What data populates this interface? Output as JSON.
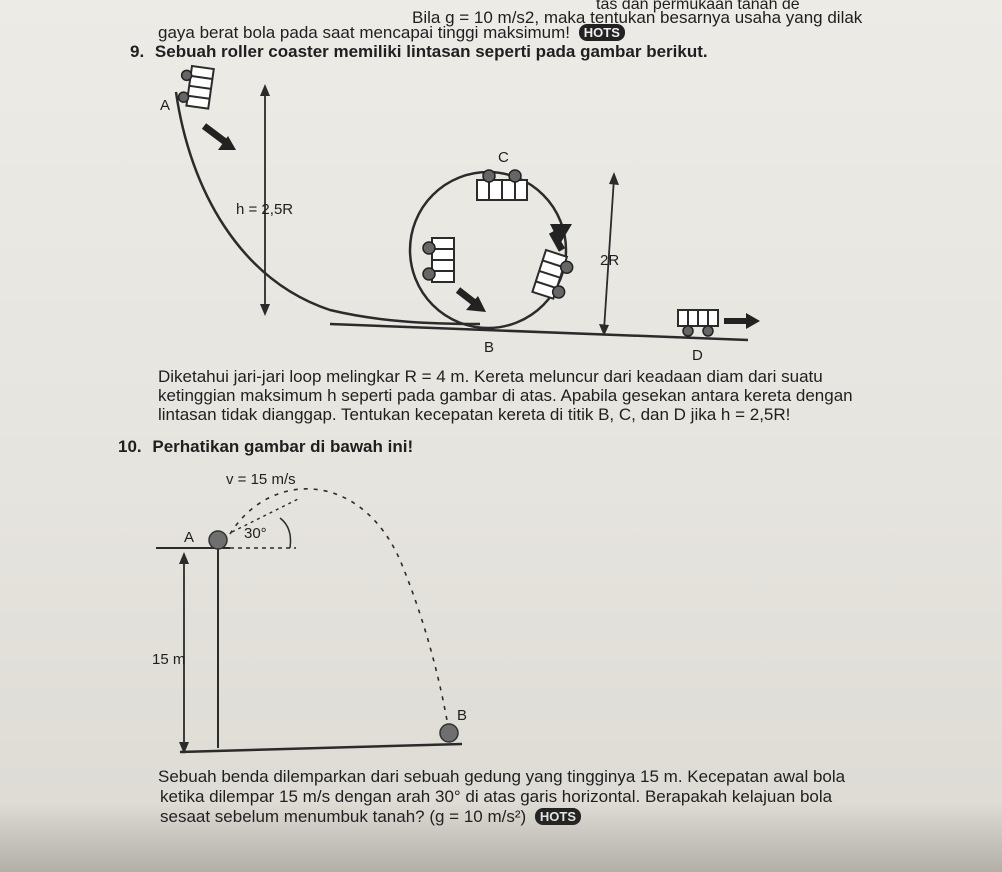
{
  "header": {
    "line1_part1": "tas dan permukaan tanah de",
    "line2_a": "Bila g = 10 m/s2, maka tentukan besarnya usaha yang dilak",
    "line3": "gaya berat bola pada saat mencapai tinggi maksimum!",
    "hots": "HOTS"
  },
  "q9": {
    "number": "9.",
    "prompt": "Sebuah roller coaster memiliki lintasan seperti pada gambar berikut.",
    "labels": {
      "a": "A",
      "b": "B",
      "c": "C",
      "d": "D",
      "h": "h = 2,5R",
      "two_r": "2R"
    },
    "text1": "Diketahui jari-jari loop melingkar R = 4 m. Kereta meluncur dari keadaan diam dari suatu",
    "text2": "ketinggian maksimum h seperti pada gambar di atas. Apabila gesekan antara kereta dengan",
    "text3": "lintasan tidak dianggap. Tentukan kecepatan kereta di titik B, C, dan D jika h = 2,5R!"
  },
  "q10": {
    "number": "10.",
    "prompt": "Perhatikan gambar di bawah ini!",
    "labels": {
      "v": "v = 15 m/s",
      "a": "A",
      "angle": "30°",
      "height": "15 m",
      "b": "B"
    },
    "text1": "Sebuah benda dilemparkan dari sebuah gedung yang tingginya 15 m. Kecepatan awal bola",
    "text2": "ketika dilempar 15 m/s dengan arah 30° di atas garis horizontal. Berapakah kelajuan bola",
    "text3": "sesaat sebelum menumbuk tanah? (g = 10 m/s²)",
    "hots": "HOTS"
  }
}
